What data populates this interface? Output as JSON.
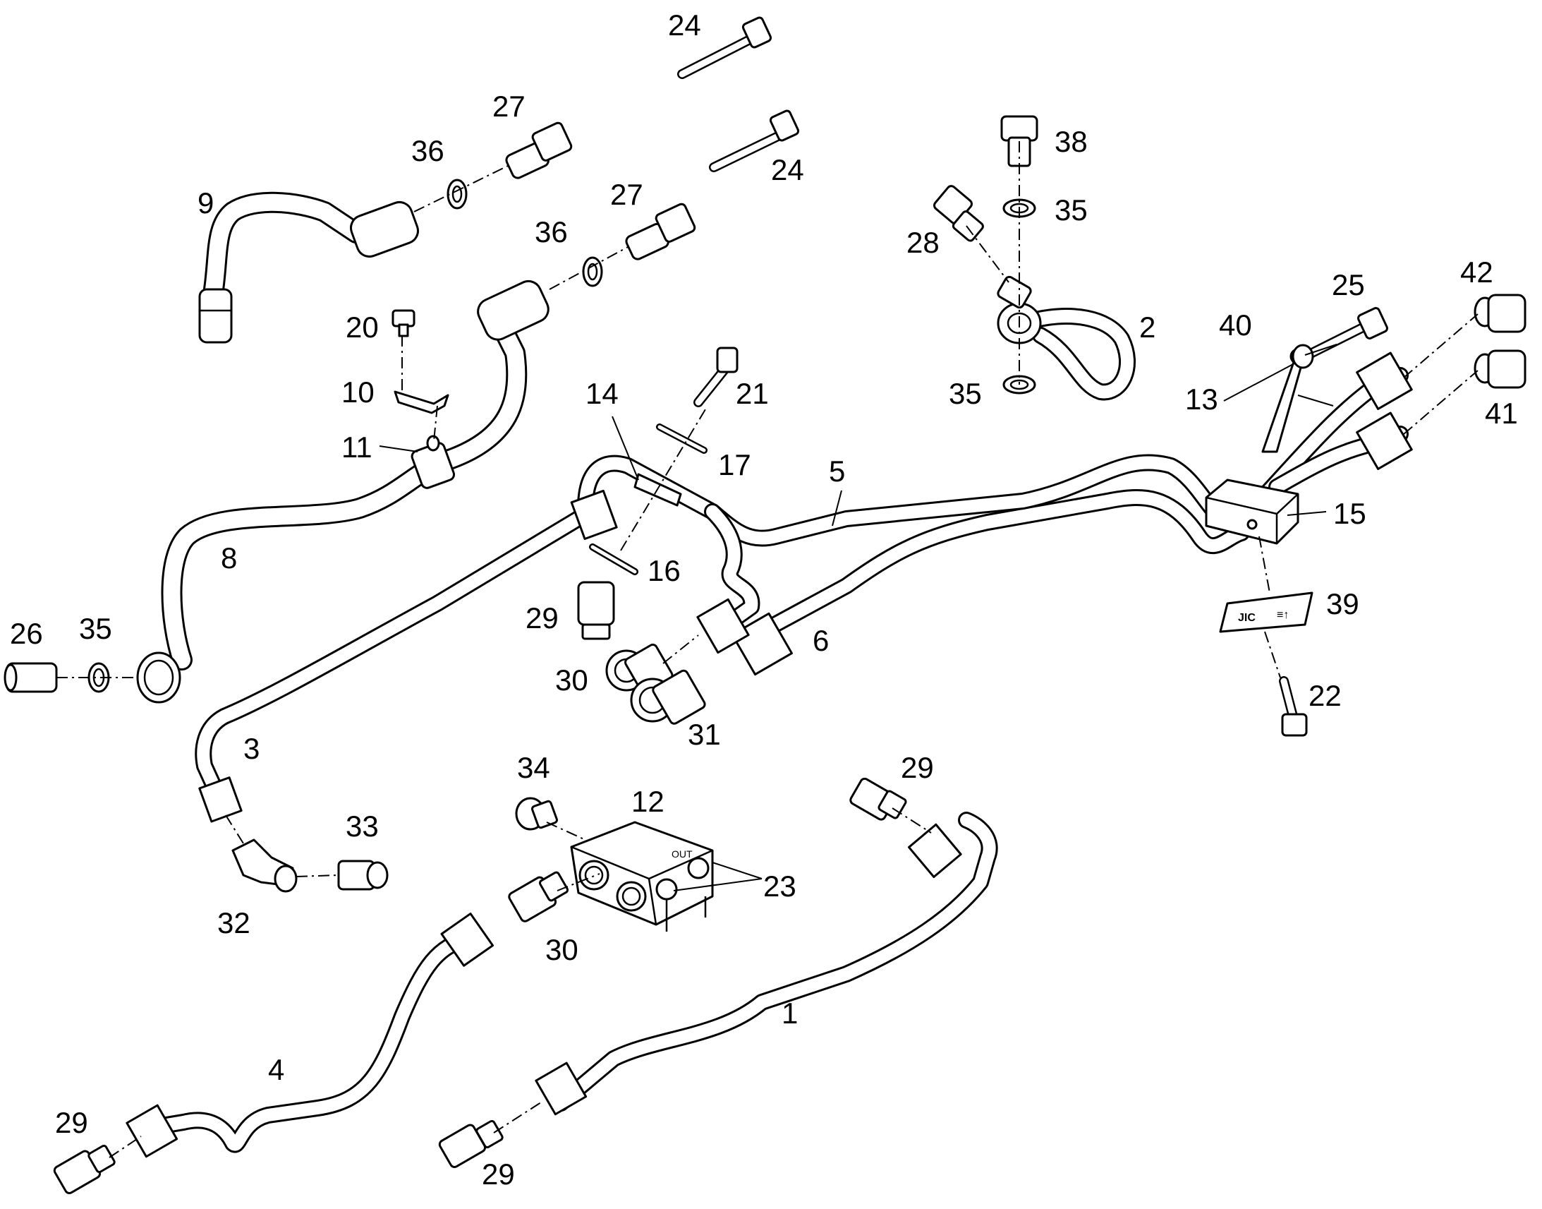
{
  "callouts": [
    {
      "id": "c1",
      "text": "1"
    },
    {
      "id": "c2",
      "text": "2"
    },
    {
      "id": "c3",
      "text": "3"
    },
    {
      "id": "c4",
      "text": "4"
    },
    {
      "id": "c5",
      "text": "5"
    },
    {
      "id": "c6",
      "text": "6"
    },
    {
      "id": "c8",
      "text": "8"
    },
    {
      "id": "c9",
      "text": "9"
    },
    {
      "id": "c10",
      "text": "10"
    },
    {
      "id": "c11",
      "text": "11"
    },
    {
      "id": "c12",
      "text": "12"
    },
    {
      "id": "c13",
      "text": "13"
    },
    {
      "id": "c14",
      "text": "14"
    },
    {
      "id": "c15",
      "text": "15"
    },
    {
      "id": "c16",
      "text": "16"
    },
    {
      "id": "c17",
      "text": "17"
    },
    {
      "id": "c20",
      "text": "20"
    },
    {
      "id": "c21",
      "text": "21"
    },
    {
      "id": "c22",
      "text": "22"
    },
    {
      "id": "c23",
      "text": "23"
    },
    {
      "id": "c24a",
      "text": "24"
    },
    {
      "id": "c24b",
      "text": "24"
    },
    {
      "id": "c25",
      "text": "25"
    },
    {
      "id": "c26",
      "text": "26"
    },
    {
      "id": "c27a",
      "text": "27"
    },
    {
      "id": "c27b",
      "text": "27"
    },
    {
      "id": "c28",
      "text": "28"
    },
    {
      "id": "c29a",
      "text": "29"
    },
    {
      "id": "c29b",
      "text": "29"
    },
    {
      "id": "c29c",
      "text": "29"
    },
    {
      "id": "c29d",
      "text": "29"
    },
    {
      "id": "c30a",
      "text": "30"
    },
    {
      "id": "c30b",
      "text": "30"
    },
    {
      "id": "c31",
      "text": "31"
    },
    {
      "id": "c32",
      "text": "32"
    },
    {
      "id": "c33",
      "text": "33"
    },
    {
      "id": "c34",
      "text": "34"
    },
    {
      "id": "c35a",
      "text": "35"
    },
    {
      "id": "c35b",
      "text": "35"
    },
    {
      "id": "c35c",
      "text": "35"
    },
    {
      "id": "c36a",
      "text": "36"
    },
    {
      "id": "c36b",
      "text": "36"
    },
    {
      "id": "c38",
      "text": "38"
    },
    {
      "id": "c39",
      "text": "39"
    },
    {
      "id": "c40",
      "text": "40"
    },
    {
      "id": "c41",
      "text": "41"
    },
    {
      "id": "c42",
      "text": "42"
    }
  ],
  "block_marks": {
    "outlet": "OUT"
  },
  "plate_marks": [
    "JIC",
    "≡↑"
  ]
}
